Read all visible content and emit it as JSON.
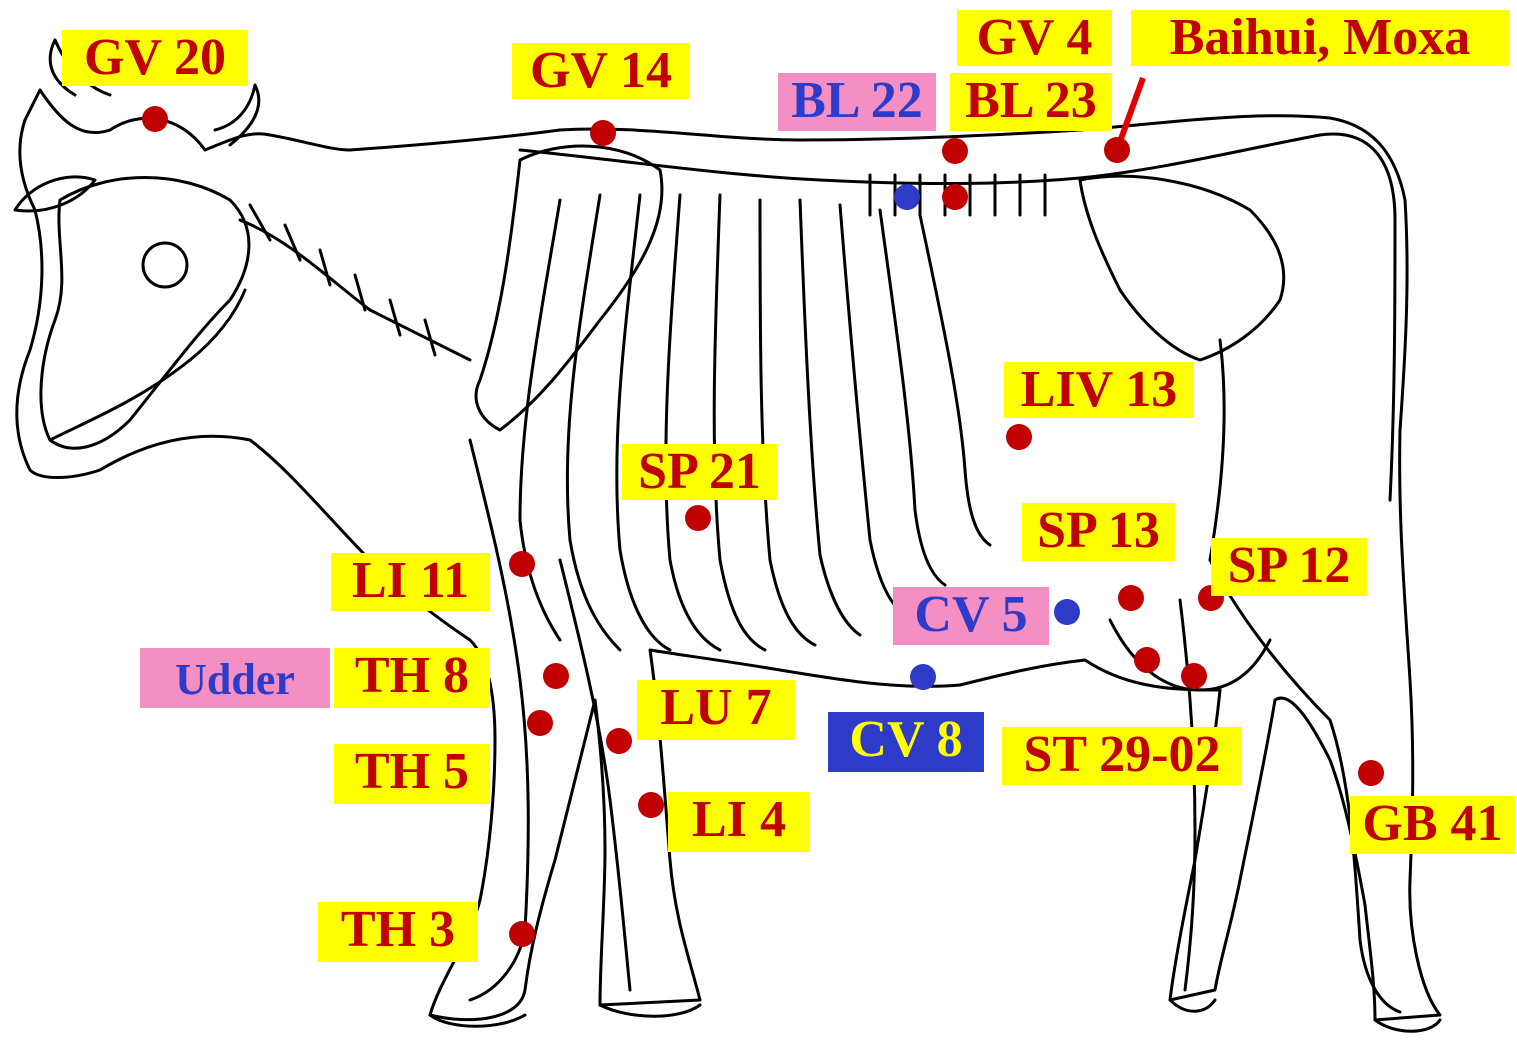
{
  "points": {
    "gv20": {
      "label": "GV 20",
      "style": "yellow",
      "dot": "red"
    },
    "gv14": {
      "label": "GV 14",
      "style": "yellow",
      "dot": "red"
    },
    "gv4": {
      "label": "GV 4",
      "style": "yellow",
      "dot": "red"
    },
    "baihui": {
      "label": "Baihui, Moxa",
      "style": "yellow",
      "dot": "red"
    },
    "bl22": {
      "label": "BL 22",
      "style": "pink",
      "dot": "blue"
    },
    "bl23": {
      "label": "BL 23",
      "style": "yellow",
      "dot": "red"
    },
    "liv13": {
      "label": "LIV 13",
      "style": "yellow",
      "dot": "red"
    },
    "sp21": {
      "label": "SP 21",
      "style": "yellow",
      "dot": "red"
    },
    "sp13": {
      "label": "SP 13",
      "style": "yellow",
      "dot": "red"
    },
    "sp12": {
      "label": "SP 12",
      "style": "yellow",
      "dot": "red"
    },
    "li11": {
      "label": "LI 11",
      "style": "yellow",
      "dot": "red"
    },
    "cv5": {
      "label": "CV 5",
      "style": "pink",
      "dot": "blue"
    },
    "udder": {
      "label": "Udder",
      "style": "pink"
    },
    "th8": {
      "label": "TH 8",
      "style": "yellow",
      "dot": "red"
    },
    "lu7": {
      "label": "LU 7",
      "style": "yellow",
      "dot": "red"
    },
    "cv8": {
      "label": "CV 8",
      "style": "blue",
      "dot": "blue"
    },
    "st2902": {
      "label": "ST 29-02",
      "style": "yellow",
      "dot": "red"
    },
    "th5": {
      "label": "TH 5",
      "style": "yellow",
      "dot": "red"
    },
    "li4": {
      "label": "LI 4",
      "style": "yellow",
      "dot": "red"
    },
    "gb41": {
      "label": "GB 41",
      "style": "yellow",
      "dot": "red"
    },
    "th3": {
      "label": "TH 3",
      "style": "yellow",
      "dot": "red"
    }
  },
  "colors": {
    "label_yellow": "#ffff00",
    "label_pink": "#f48fc4",
    "label_blue": "#2e3ac8",
    "text_red": "#c00000",
    "text_blue": "#2e3ac8",
    "dot_red": "#c00000",
    "dot_blue": "#2e3ac8"
  }
}
